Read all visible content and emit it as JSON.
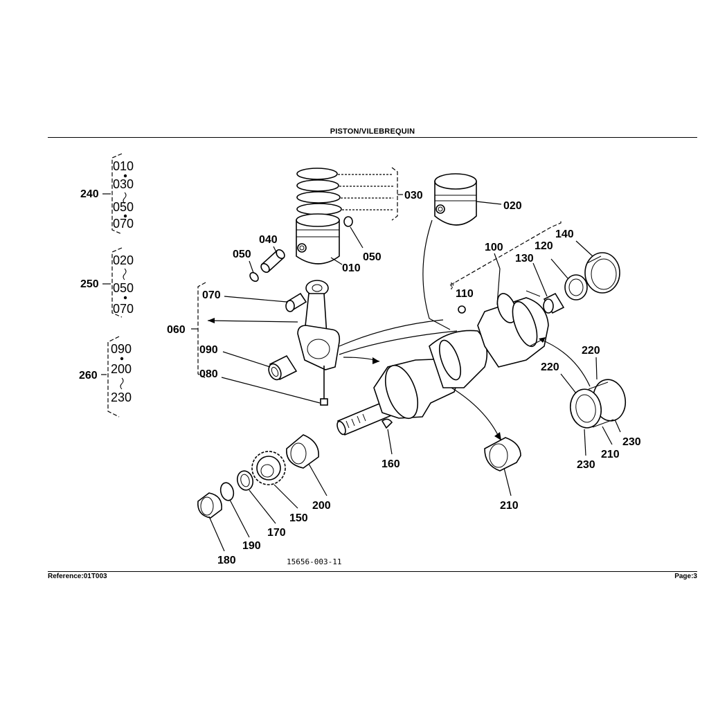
{
  "header": {
    "title": "PISTON/VILEBREQUIN"
  },
  "footer": {
    "reference": "Reference:01T003",
    "page": "Page:3"
  },
  "diagram_code": "15656-003-11",
  "groups": {
    "g240": {
      "label": "240",
      "items": [
        "010",
        "030",
        "050",
        "070"
      ]
    },
    "g250": {
      "label": "250",
      "items": [
        "020",
        "050",
        "070"
      ]
    },
    "g260": {
      "label": "260",
      "items": [
        "090",
        "200",
        "230"
      ]
    }
  },
  "callouts": {
    "p010": "010",
    "p020": "020",
    "p030": "030",
    "p040": "040",
    "p050a": "050",
    "p050b": "050",
    "p060": "060",
    "p070": "070",
    "p080": "080",
    "p090": "090",
    "p100": "100",
    "p110": "110",
    "p120": "120",
    "p130": "130",
    "p140": "140",
    "p150": "150",
    "p160": "160",
    "p170": "170",
    "p180": "180",
    "p190": "190",
    "p200": "200",
    "p210a": "210",
    "p210b": "210",
    "p220a": "220",
    "p220b": "220",
    "p230a": "230",
    "p230b": "230"
  }
}
